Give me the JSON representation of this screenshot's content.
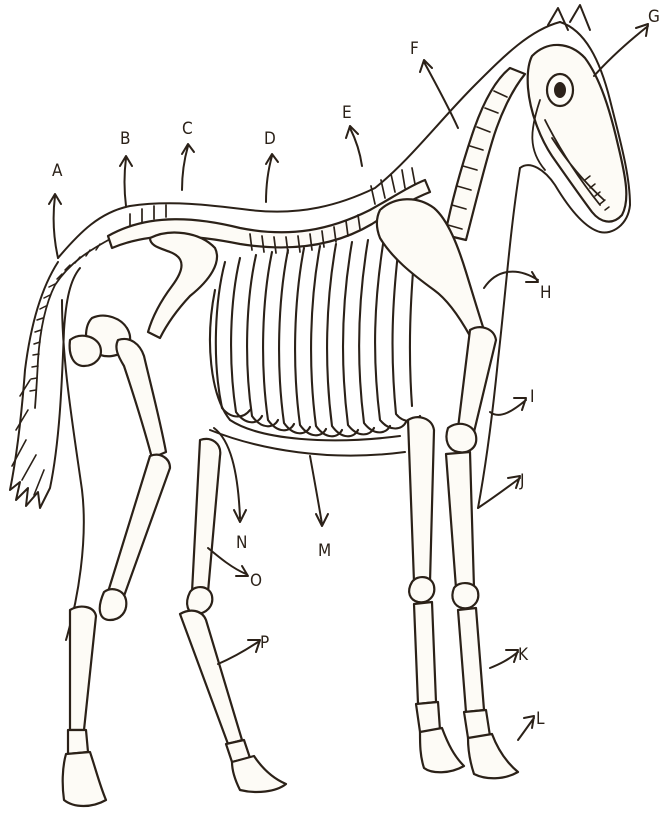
{
  "diagram": {
    "labels": [
      "A",
      "B",
      "C",
      "D",
      "E",
      "F",
      "G",
      "H",
      "I",
      "J",
      "K",
      "L",
      "M",
      "N",
      "O",
      "P"
    ],
    "colors": {
      "ink": "#2b2118",
      "background": "#ffffff",
      "bone_fill": "#fdfbf6"
    }
  }
}
